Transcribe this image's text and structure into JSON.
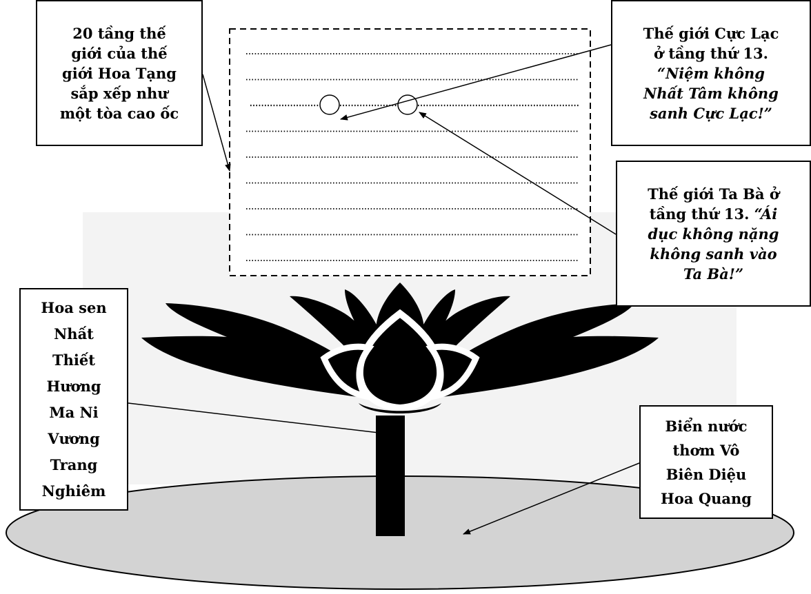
{
  "labels": {
    "left": [
      "20 tầng thế",
      "giới của thế",
      "giới Hoa Tạng",
      "sắp xếp như",
      "một tòa cao ốc"
    ],
    "cuclac": {
      "plain": [
        "Thế giới Cực Lạc",
        "ở tầng thứ 13."
      ],
      "italic": [
        "“Niệm không",
        "Nhất Tâm không",
        "sanh Cực Lạc!”"
      ]
    },
    "taba": {
      "lines": [
        {
          "plain": "Thế giới Ta Bà ở",
          "italic": ""
        },
        {
          "plain": "tầng thứ 13. ",
          "italic": "“Ái"
        },
        {
          "plain": "",
          "italic": "dục không nặng"
        },
        {
          "plain": "",
          "italic": "không sanh vào"
        },
        {
          "plain": "",
          "italic": "Ta Bà!”"
        }
      ]
    },
    "lotus": [
      "Hoa sen",
      "Nhất",
      "Thiết",
      "Hương",
      "Ma Ni",
      "Vương",
      "Trang",
      "Nghiêm"
    ],
    "sea": [
      "Biển nước",
      "thơm Vô",
      "Biên Diệu",
      "Hoa Quang"
    ]
  },
  "levels": {
    "rows": 9,
    "row_text": ".........................................................................................................",
    "marked_row": 3
  },
  "colors": {
    "sea_fill": "#d3d3d3",
    "lotus_fill": "#000000",
    "backdrop": "#f3f3f3"
  }
}
